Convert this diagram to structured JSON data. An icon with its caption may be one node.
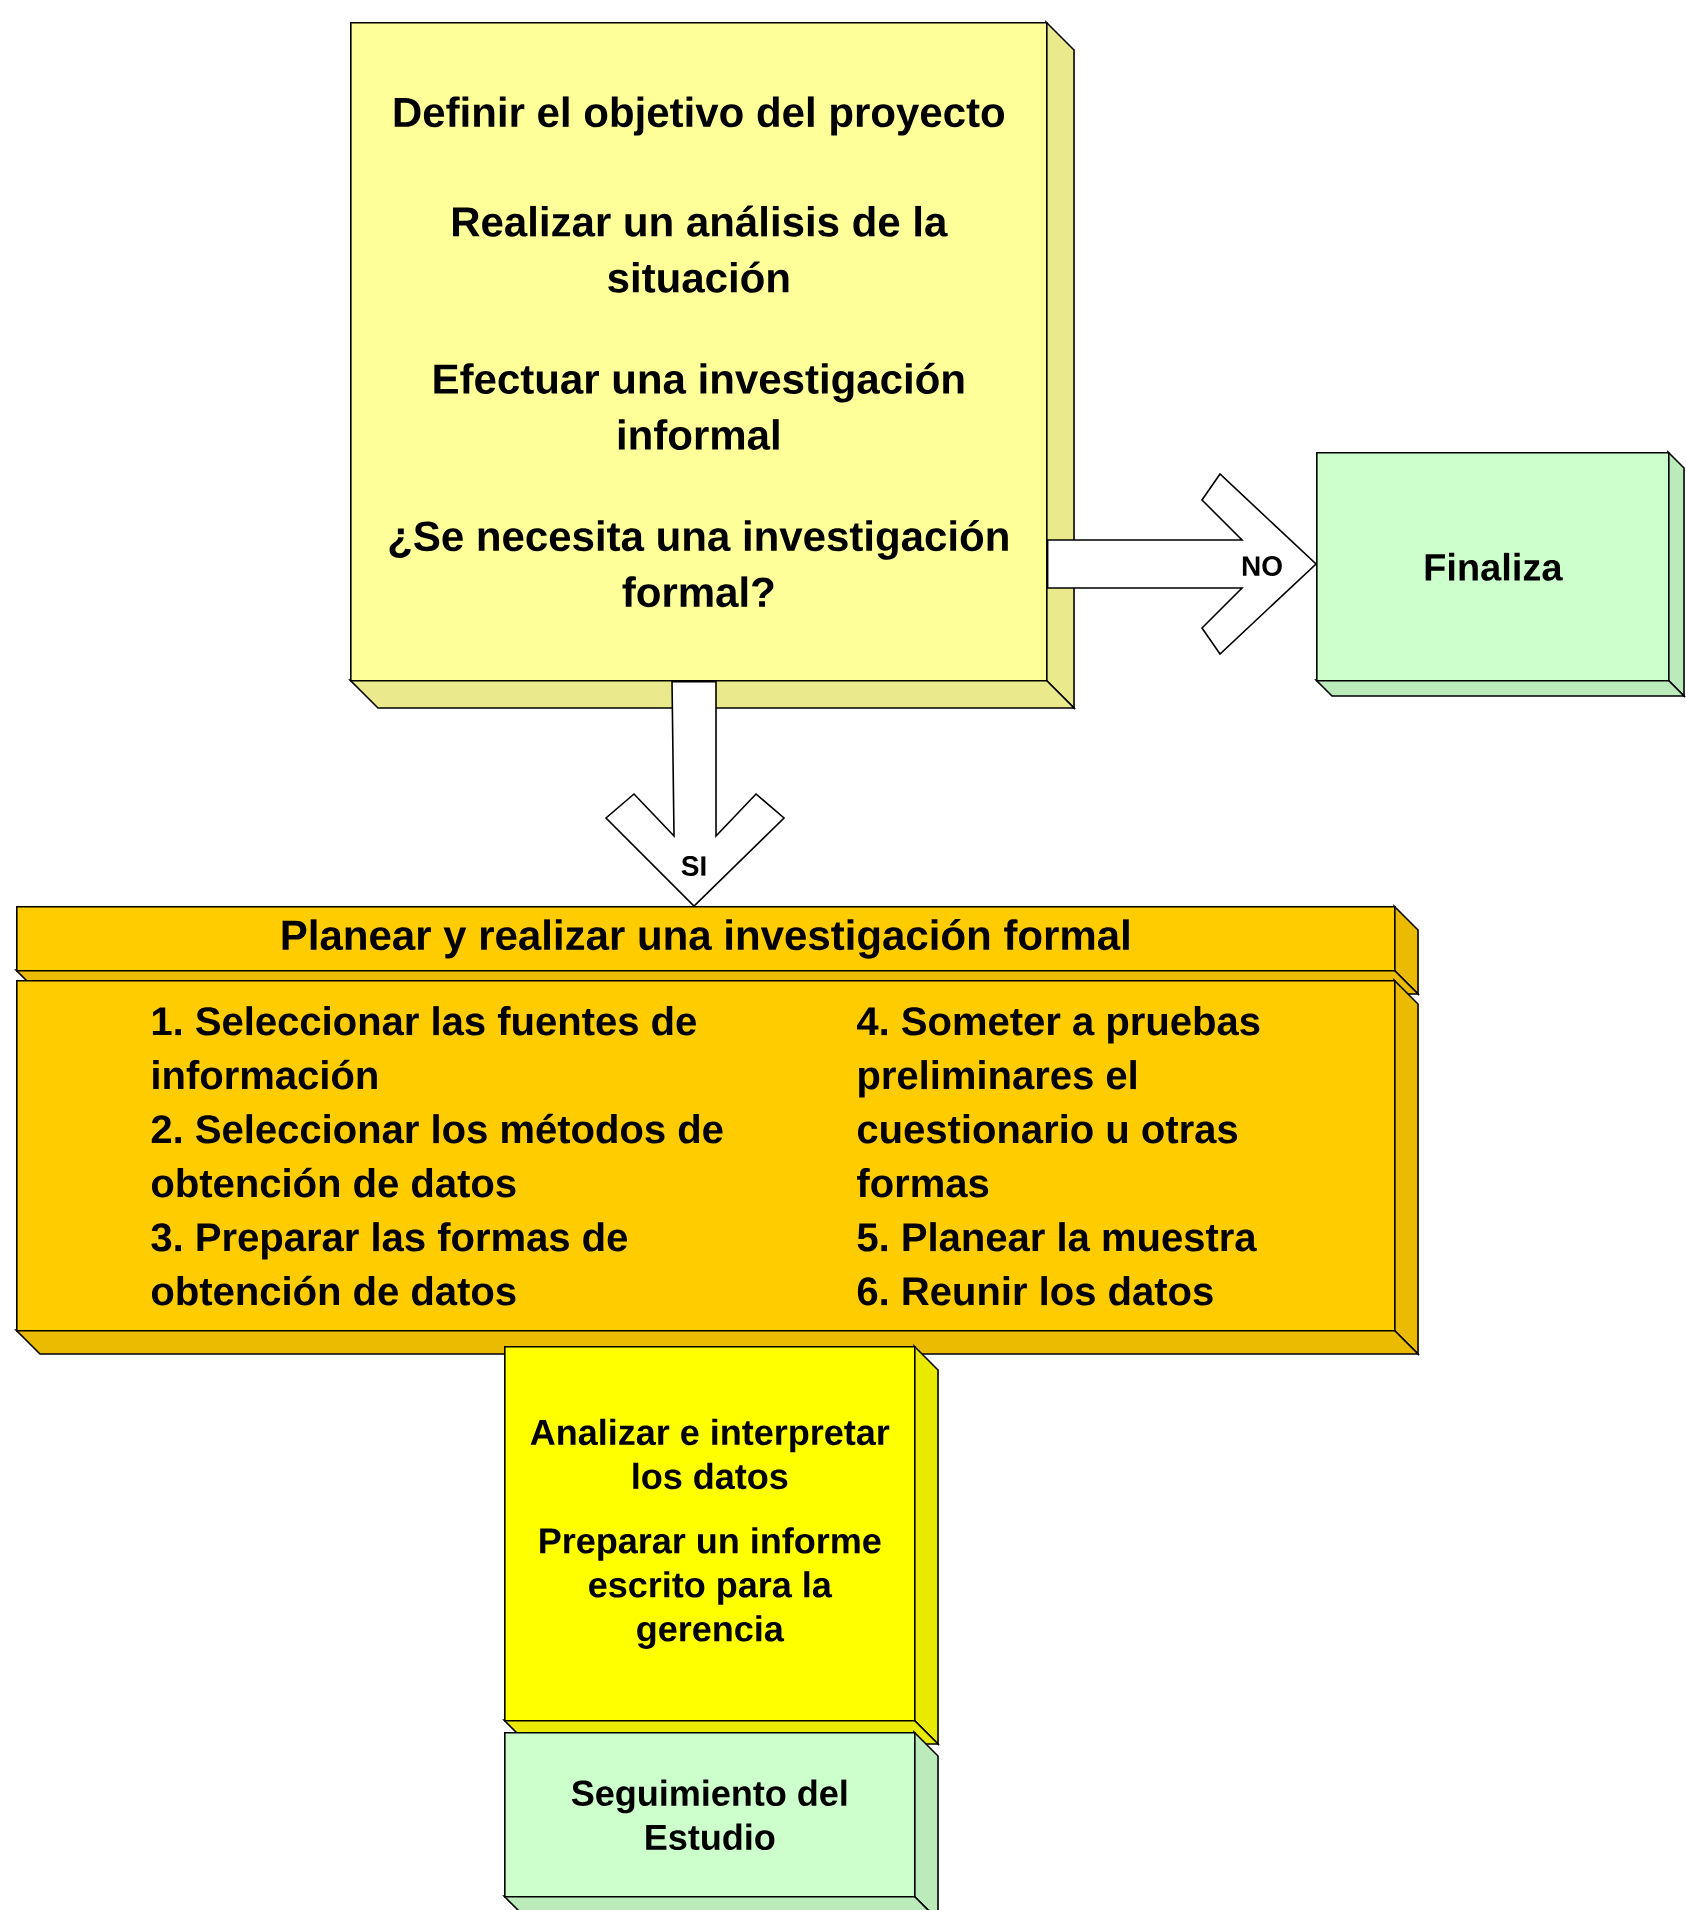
{
  "diagram": {
    "nodes": [
      {
        "text": [
          "Definir el objetivo del proyecto",
          "Realizar un análisis de la situación",
          "Efectuar una investigación informal",
          "¿Se necesita una investigación formal?"
        ]
      },
      {
        "text": [
          "Finaliza"
        ]
      },
      {
        "text": [
          "Planear y realizar una investigación formal"
        ]
      },
      {
        "text": [
          "1. Seleccionar las fuentes de información",
          "2. Seleccionar los métodos de obtención de datos",
          "3. Preparar las formas de obtención de datos",
          "4. Someter a pruebas preliminares el cuestionario u otras formas",
          "5. Planear la muestra",
          "6. Reunir los datos"
        ]
      },
      {
        "text": [
          "Analizar e interpretar los datos",
          "Preparar un informe escrito para la gerencia"
        ]
      },
      {
        "text": [
          "Seguimiento del Estudio"
        ]
      }
    ],
    "edges": [
      {
        "from": 0,
        "to": 1,
        "arrow": "to",
        "label": "NO"
      },
      {
        "from": 0,
        "to": 2,
        "arrow": "to",
        "label": "SI"
      }
    ]
  }
}
